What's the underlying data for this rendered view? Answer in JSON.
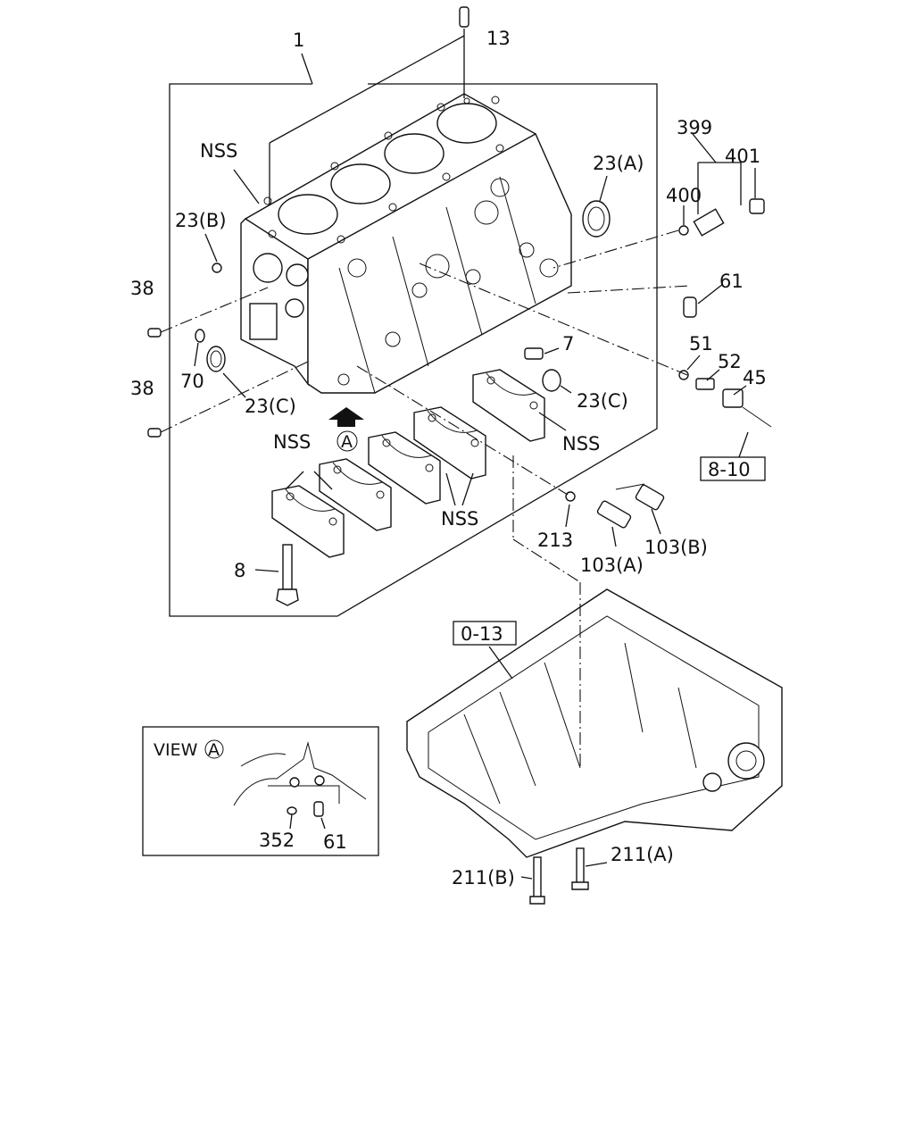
{
  "callouts": {
    "c1": "1",
    "c13": "13",
    "nss_top": "NSS",
    "c23b": "23(B)",
    "c38_upper": "38",
    "c38_lower": "38",
    "c70": "70",
    "c23c_left": "23(C)",
    "c23a": "23(A)",
    "c399": "399",
    "c400": "400",
    "c401": "401",
    "c61": "61",
    "c7": "7",
    "c23c_right": "23(C)",
    "c51": "51",
    "c52": "52",
    "c45": "45",
    "ref_8_10": "8-10",
    "nss_left": "NSS",
    "nss_right": "NSS",
    "nss_middle": "NSS",
    "view_marker": "A",
    "c213": "213",
    "c103a": "103(A)",
    "c103b": "103(B)",
    "c8": "8",
    "ref_0_13": "0-13",
    "c211b": "211(B)",
    "c211a": "211(A)"
  },
  "inset": {
    "title": "VIEW",
    "marker": "A",
    "c352": "352",
    "c61": "61"
  }
}
